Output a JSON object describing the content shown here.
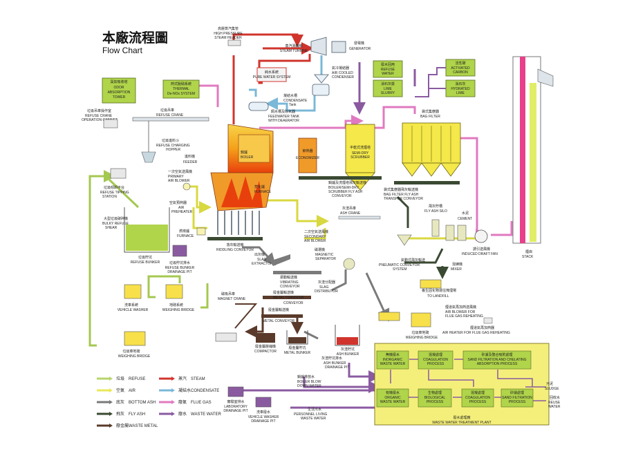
{
  "title": {
    "zh": "本廠流程圖",
    "en": "Flow Chart"
  },
  "components": {
    "odor_tower": {
      "zh": "臭氣吸收塔",
      "en1": "ODOR",
      "en2": "ABSORPTION",
      "en3": "TOWER"
    },
    "thermal_denox": {
      "zh": "熱式脫硝系統",
      "en1": "THERMAL",
      "en2": "De-NOx SYSTEM"
    },
    "hp_steam_header": {
      "zh": "高壓蒸汽集管",
      "en1": "HIGH PRESSURE",
      "en2": "STEAM HEADER"
    },
    "steam_turbine": {
      "zh": "蒸汽渦輪機",
      "en": "STEAM TURBINE"
    },
    "generator": {
      "zh": "發電機",
      "en": "GENERATOR"
    },
    "pure_water": {
      "zh": "純水系統",
      "en": "PURE WATER SYSTEM"
    },
    "air_cooled_condenser": {
      "zh": "氣冷凝結器",
      "en1": "AIR COOLED",
      "en2": "CONDENSER"
    },
    "condensate_tank": {
      "zh": "凝結水槽",
      "en1": "CONDENSATE",
      "en2": "Tank"
    },
    "feedwater_tank": {
      "zh": "飼水槽及除氧器",
      "en1": "FEEDWATER TANK",
      "en2": "WITH DEAERATOR"
    },
    "refuse_water": {
      "zh": "廢水回用",
      "en1": "REFUSE",
      "en2": "WATER"
    },
    "lime_slurry": {
      "zh": "消石灰漿",
      "en1": "LIME",
      "en2": "SLURRY"
    },
    "activated_carbon": {
      "zh": "活性碳",
      "en1": "ACTIVATED",
      "en2": "CARBON"
    },
    "hydrated_lime": {
      "zh": "消石灰",
      "en1": "HYDRATED",
      "en2": "LIME"
    },
    "crane_cabinet": {
      "zh": "垃圾吊車操作室",
      "en1": "REFUSE CRANE",
      "en2": "OPERATION CABINET"
    },
    "refuse_crane": {
      "zh": "垃圾吊車",
      "en": "REFUSE CRANE"
    },
    "charging_hopper": {
      "zh": "垃圾進料斗",
      "en1": "REFUSE CHARGING",
      "en2": "HOPPER"
    },
    "feeder": {
      "zh": "進料機",
      "en": "FEEDER"
    },
    "boiler": {
      "zh": "鍋爐",
      "en": "BOILER"
    },
    "economizer": {
      "zh": "節熱器",
      "en": "ECONOMIZER"
    },
    "semi_dry_scrubber": {
      "zh": "半乾式洗煙塔",
      "en1": "SEMI-DRY",
      "en2": "SCRUBBER"
    },
    "bag_filter": {
      "zh": "袋式集塵器",
      "en": "BAG FILTER"
    },
    "primary_air_blower": {
      "zh": "一次空氣送風機",
      "en1": "PRIMARY",
      "en2": "AIR BLOWER"
    },
    "tipping_station": {
      "zh": "垃圾傾卸平台",
      "en1": "REFUSE TIPPING",
      "en2": "STATION"
    },
    "bulky_shear": {
      "zh": "大型垃圾破碎機",
      "en1": "BULKY REFUSE",
      "en2": "SHEAR"
    },
    "air_preheater": {
      "zh": "空氣預熱器",
      "en1": "AIR",
      "en2": "PREHEATER"
    },
    "furnace_label": {
      "zh": "燃燒爐",
      "en": "FURNACE"
    },
    "furnace_inner": {
      "zh": "焚化爐",
      "en": "FURNACE"
    },
    "refuse_bunker": {
      "zh": "垃圾貯坑",
      "en": "REFUSE BUNKER"
    },
    "bunker_drainage": {
      "zh": "垃圾貯坑排水",
      "en1": "REFUSE BUNKER",
      "en2": "DRAINAGE PIT"
    },
    "riddling_conveyor": {
      "zh": "落灰輸送機",
      "en": "RIDDLING CONVEYOR"
    },
    "boiler_scrubber_conveyor": {
      "zh": "鍋爐及洗煙塔飛灰輸送機",
      "en1": "BOILER/SEMI-DRY",
      "en2": "SCRUBBER FLY ASH",
      "en3": "CONVEYOR"
    },
    "bag_filter_conveyor": {
      "zh": "袋式集塵器飛灰輸送機",
      "en1": "BAG FILTER FLY ASH",
      "en2": "TRANSFER CONVEYOR"
    },
    "ash_crane": {
      "zh": "灰渣吊車",
      "en": "ASH CRANE"
    },
    "secondary_blower": {
      "zh": "二次空氣送風機",
      "en1": "SECONDARY",
      "en2": "AIR BLOWER"
    },
    "slag_extractor": {
      "zh": "出灰機",
      "en1": "SLAG",
      "en2": "EXTRACTOR"
    },
    "magnetic_separator": {
      "zh": "磁選機",
      "en1": "MAGNETIC",
      "en2": "SEPARATOR"
    },
    "vibrating_conveyor": {
      "zh": "振動輸送機",
      "en1": "VIBRATING",
      "en2": "CONVEYOR"
    },
    "slag_distributor": {
      "zh": "灰渣分配器",
      "en1": "SLAG",
      "en2": "DISTRIBUTOR"
    },
    "metal_transfer_conveyor": {
      "zh": "廢金屬輸送機",
      "en1": "METAL TRANSFER",
      "en2": "CONVEYOR"
    },
    "metal_conveyor": {
      "zh": "廢金屬輸送機",
      "en": "METAL CONVEYOR"
    },
    "magnet_crane": {
      "zh": "磁吸吊車",
      "en": "MAGNET CRANE"
    },
    "compactor": {
      "zh": "廢金屬壓縮機",
      "en": "COMPACTOR"
    },
    "metal_bunker": {
      "zh": "廢金屬貯坑",
      "en": "METAL BUNKER"
    },
    "ash_bunker": {
      "zh": "灰渣貯坑",
      "en": "ASH BUNKER"
    },
    "ash_bunker_drainage": {
      "zh": "灰渣貯坑排水",
      "en1": "ASH BUNKER",
      "en2": "DRAINAGE PIT"
    },
    "boiler_blowdown": {
      "zh": "鍋爐排放水",
      "en1": "BOILER BLOW",
      "en2": "DOWN WATER"
    },
    "lab_drainage": {
      "zh": "實驗室排水",
      "en1": "LABORATORY",
      "en2": "DRAINAGE PIT"
    },
    "washer_drainage": {
      "zh": "洗車廢水",
      "en1": "VEHICLE WASHER",
      "en2": "DRAINAGE PIT"
    },
    "personnel_water": {
      "zh": "生活污水",
      "en1": "PERSONNEL LIVING",
      "en2": "WASTE WATER"
    },
    "vehicle_washer": {
      "zh": "洗車系統",
      "en": "VEHICLE WASHER"
    },
    "weighing_bridge_1": {
      "zh": "地磅系統",
      "en": "WEIGHING BRIDGE"
    },
    "weighing_bridge_2": {
      "zh": "垃圾車地磅",
      "en": "WEIGHING BRIDGE"
    },
    "weighing_bridge_3": {
      "zh": "垃圾車地磅",
      "en": "WEIGHING BRIDGE"
    },
    "weighing_bridge_4": {
      "zh": "垃圾車地磅",
      "en": "WEIGHING BRIDGE"
    },
    "fly_ash_silo": {
      "zh": "飛灰貯槽",
      "en": "FLY ASH SILO"
    },
    "cement": {
      "zh": "水泥",
      "en": "CEMENT"
    },
    "pneumatic_conveyor": {
      "zh": "氣動式飛灰輸送",
      "en1": "PNEUMATIC CONVEYOR",
      "en2": "SYSTEM"
    },
    "mixer": {
      "zh": "混練機",
      "en": "MIXER"
    },
    "to_landfill": {
      "zh": "養生固化物運往掩埋場",
      "en": "TO LANDFILL"
    },
    "id_fan": {
      "zh": "誘引送風機",
      "en": "INDUCED DRAFT FAN"
    },
    "stack": {
      "zh": "煙囪",
      "en": "STACK"
    },
    "fgr_blower": {
      "zh": "煙道氣再加熱送風機",
      "en1": "AIR BLOWER FOR",
      "en2": "FLUE GAS REHEATING"
    },
    "fgr_heater": {
      "zh": "煙道氣再加熱器",
      "en": "AIR HEATER FOR FLUE GAS REHEATING"
    },
    "inorganic_ww": {
      "zh": "無機廢水",
      "en1": "INORGANIC",
      "en2": "WASTE WATER"
    },
    "coagulation_1": {
      "zh": "混凝處理",
      "en1": "COAGULATION",
      "en2": "PROCESS"
    },
    "sand_filtration": {
      "zh": "砂濾及螯合吸附處理",
      "en1": "SAND FILTRATION AND CHELATING",
      "en2": "ABSORPTION PROCESS"
    },
    "organic_ww": {
      "zh": "有機廢水",
      "en1": "ORGANIC",
      "en2": "WASTE WATER"
    },
    "biological": {
      "zh": "生物處理",
      "en1": "BIOLOGICAL",
      "en2": "PROCESS"
    },
    "coagulation_2": {
      "zh": "混凝處理",
      "en1": "COAGULATION",
      "en2": "PROCESS"
    },
    "sand_filtration_2": {
      "zh": "砂濾處理",
      "en1": "SAND FILTRATION",
      "en2": "PROCESS"
    },
    "wwtp": {
      "zh": "廢水處理廠",
      "en": "WASTE WATER TREATMENT PLANT"
    },
    "sludge": {
      "zh": "污泥",
      "en": "SLUDGE"
    },
    "reuse_water": {
      "zh": "回收水",
      "en1": "REUSE",
      "en2": "WATER"
    }
  },
  "legend": [
    {
      "zh": "垃圾",
      "en": "REFUSE",
      "color": "#b8d46a"
    },
    {
      "zh": "空氣",
      "en": "AIR",
      "color": "#e8e85a"
    },
    {
      "zh": "底灰",
      "en": "BOTTOM ASH",
      "color": "#7a7a7a"
    },
    {
      "zh": "飛灰",
      "en": "FLY ASH",
      "color": "#3a4a32"
    },
    {
      "zh": "廢金屬",
      "en": "WASTE METAL",
      "color": "#5a3a2a"
    },
    {
      "zh": "蒸汽",
      "en": "STEAM",
      "color": "#d0342c"
    },
    {
      "zh": "凝結水",
      "en": "CONDENSATE",
      "color": "#7ab8d8"
    },
    {
      "zh": "廢氣",
      "en": "FLUE GAS",
      "color": "#e07ac0"
    },
    {
      "zh": "廢水",
      "en": "WASTE WATER",
      "color": "#8a5aa0"
    }
  ]
}
